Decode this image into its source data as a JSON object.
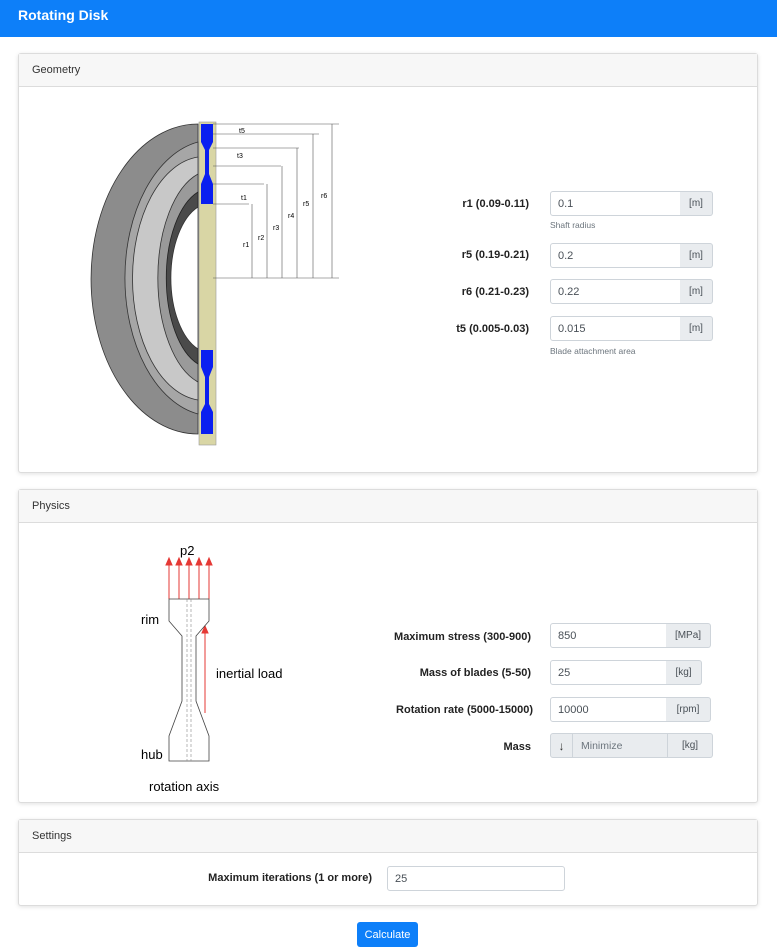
{
  "app": {
    "title": "Rotating Disk"
  },
  "geometry": {
    "header": "Geometry",
    "diagram_labels": {
      "t5": "t5",
      "t3": "t3",
      "t1": "t1",
      "r1": "r1",
      "r2": "r2",
      "r3": "r3",
      "r4": "r4",
      "r5": "r5",
      "r6": "r6"
    },
    "fields": [
      {
        "label": "r1 (0.09-0.11)",
        "value": "0.1",
        "unit": "[m]",
        "help": "Shaft radius"
      },
      {
        "label": "r5 (0.19-0.21)",
        "value": "0.2",
        "unit": "[m]"
      },
      {
        "label": "r6 (0.21-0.23)",
        "value": "0.22",
        "unit": "[m]"
      },
      {
        "label": "t5 (0.005-0.03)",
        "value": "0.015",
        "unit": "[m]",
        "help": "Blade attachment area"
      }
    ]
  },
  "physics": {
    "header": "Physics",
    "diagram_labels": {
      "p2": "p2",
      "rim": "rim",
      "inertial_load": "inertial load",
      "hub": "hub",
      "rotation_axis": "rotation axis"
    },
    "fields": [
      {
        "label": "Maximum stress (300-900)",
        "value": "850",
        "unit": "[MPa]"
      },
      {
        "label": "Mass of blades (5-50)",
        "value": "25",
        "unit": "[kg]"
      },
      {
        "label": "Rotation rate (5000-15000)",
        "value": "10000",
        "unit": "[rpm]"
      }
    ],
    "mass": {
      "label": "Mass",
      "arrow": "↓",
      "objective": "Minimize",
      "unit": "[kg]"
    }
  },
  "settings": {
    "header": "Settings",
    "max_iterations": {
      "label": "Maximum iterations (1 or more)",
      "value": "25"
    }
  },
  "calculate_label": "Calculate"
}
